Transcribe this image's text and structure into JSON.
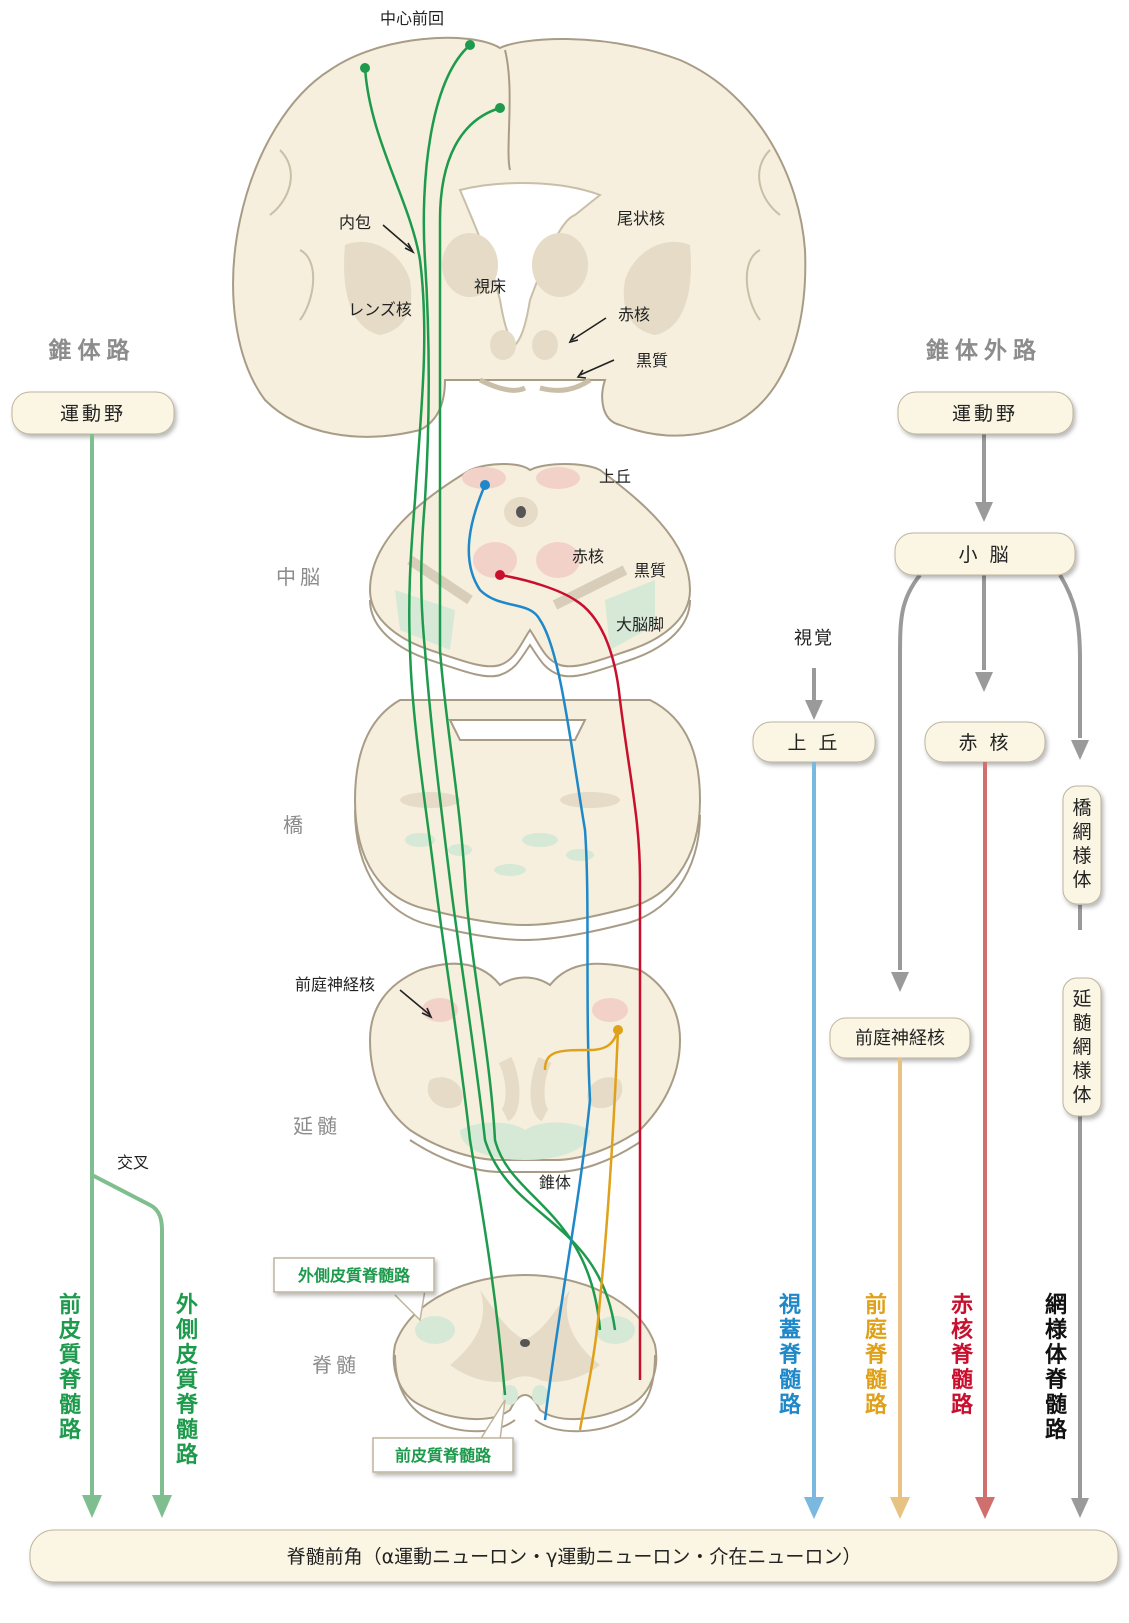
{
  "headers": {
    "pyramidal": "錐体路",
    "extrapyramidal": "錐体外路"
  },
  "boxes": {
    "motor_left": "運動野",
    "motor_right": "運動野",
    "cerebellum": "小 脳",
    "superior_colliculus": "上 丘",
    "red_nucleus": "赤 核",
    "vestibular_nuclei": "前庭神経核",
    "pontine_reticular": "橋網様体",
    "medullary_reticular": "延髄網様体",
    "bottom": "脊髄前角（α運動ニューロン・γ運動ニューロン・介在ニューロン）"
  },
  "labels": {
    "vision": "視覚",
    "decussation": "交叉",
    "anterior_cst": "前皮質脊髄路",
    "lateral_cst": "外側皮質脊髄路",
    "tectospinal": "視蓋脊髄路",
    "vestibulospinal": "前庭脊髄路",
    "rubrospinal": "赤核脊髄路",
    "reticulospinal": "網様体脊髄路"
  },
  "levels": {
    "midbrain": "中脳",
    "pons": "橋",
    "medulla": "延髄",
    "spinal_cord": "脊髄"
  },
  "anatomy": {
    "precentral_gyrus": "中心前回",
    "internal_capsule": "内包",
    "caudate": "尾状核",
    "thalamus": "視床",
    "lentiform": "レンズ核",
    "red_nucleus": "赤核",
    "substantia_nigra": "黒質",
    "superior_colliculus": "上丘",
    "mb_red_nucleus": "赤核",
    "mb_substantia_nigra": "黒質",
    "cerebral_peduncle": "大脳脚",
    "vestibular_nucleus": "前庭神経核",
    "pyramid": "錐体",
    "sc_lateral_cst": "外側皮質脊髄路",
    "sc_anterior_cst": "前皮質脊髄路"
  },
  "colors": {
    "cortico": "#1e9a4c",
    "cortico_light": "#7fbf8f",
    "tecto": "#1e88c8",
    "tecto_light": "#7bb8e0",
    "vestibulo": "#e0a11a",
    "vestibulo_light": "#e8c283",
    "rubro": "#c8102e",
    "rubro_light": "#d0706e",
    "reticulo": "#9a9a9a",
    "tissue": "#f6efdd",
    "gray_matter": "#e5dbc6",
    "box_fill": "#fbf6e3",
    "level_text": "#8c8c8c"
  }
}
